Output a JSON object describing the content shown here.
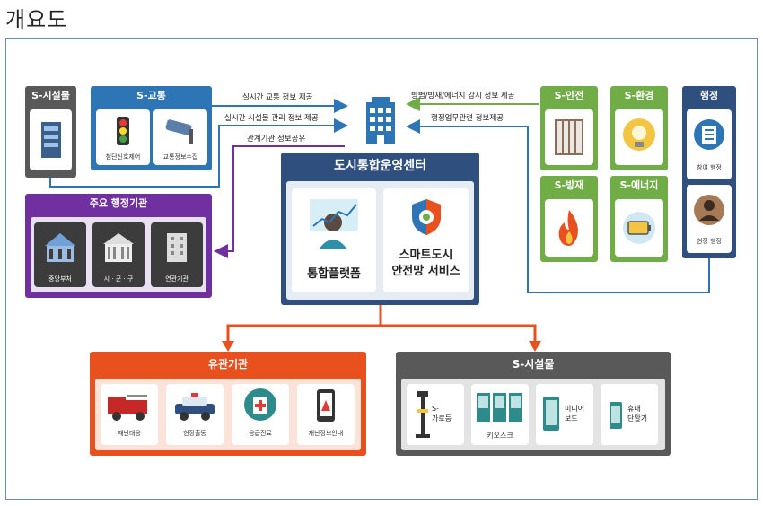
{
  "title": "개요도",
  "facility_left": {
    "header": "S-시설물"
  },
  "traffic": {
    "header": "S-교통",
    "items": [
      "첨단신호제어",
      "교통정보수집"
    ]
  },
  "admin_main": {
    "header": "주요 행정기관",
    "items": [
      "중앙부처",
      "시 · 군 · 구",
      "연관기관"
    ]
  },
  "center": {
    "header": "도시통합운영센터",
    "platform": "통합플랫폼",
    "service_line1": "스마트도시",
    "service_line2": "안전망 서비스"
  },
  "arrows": {
    "realtime_traffic": "실시간 교통 정보 제공",
    "realtime_facility": "실시간 시설물 관리 정보 제공",
    "related_share": "관계기관 정보공유",
    "crime_monitor": "방범/방재/에너지  감시 정보 제공",
    "admin_info": "행정업무관련  정보제공"
  },
  "safety": {
    "header": "S-안전"
  },
  "environment": {
    "header": "S-환경"
  },
  "disaster": {
    "header": "S-방재"
  },
  "energy": {
    "header": "S-에너지"
  },
  "admin_right": {
    "header": "행정",
    "items": [
      "참여 행정",
      "현장 행정"
    ]
  },
  "related_agencies": {
    "header": "유관기관",
    "items": [
      "재난대응",
      "현장출동",
      "응급진료",
      "재난정보안내"
    ]
  },
  "facility_bottom": {
    "header": "S-시설물",
    "items": [
      [
        "S-",
        "가로등"
      ],
      [
        "키오스크"
      ],
      [
        "미디어",
        "보드"
      ],
      [
        "휴대",
        "단말기"
      ]
    ]
  },
  "colors": {
    "blue": "#2e75b6",
    "green": "#70ad47",
    "purple": "#7030a0",
    "orange": "#e8501e",
    "gray": "#595959",
    "navy": "#2f4f7f"
  }
}
